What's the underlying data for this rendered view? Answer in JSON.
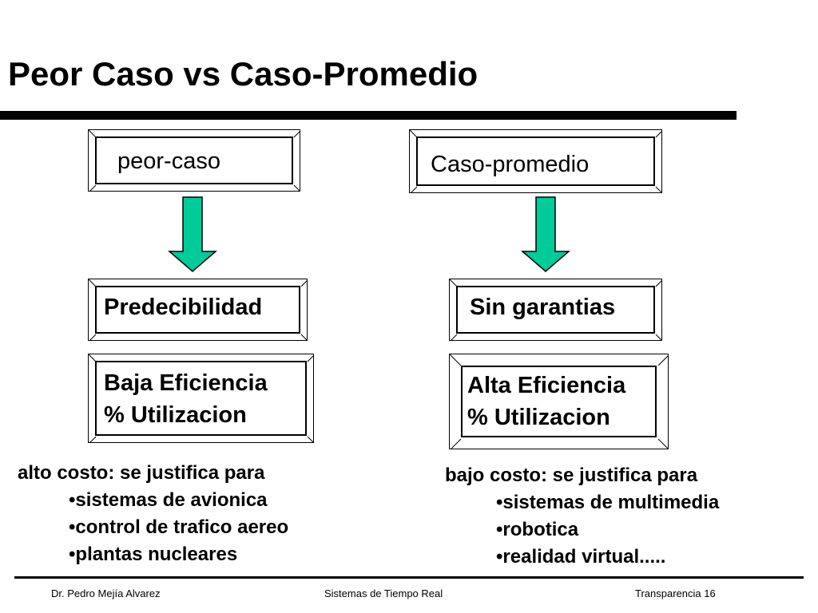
{
  "title": "Peor Caso vs Caso-Promedio",
  "colors": {
    "arrow_fill": "#00cc99",
    "frame": "#000000"
  },
  "left": {
    "header": "peor-caso",
    "result": "Predecibilidad",
    "detail": [
      "Baja Eficiencia",
      "% Utilizacion"
    ],
    "notes": {
      "lead": "alto costo: se justifica para",
      "items": [
        "•sistemas de avionica",
        "•control de trafico aereo",
        "•plantas nucleares"
      ]
    }
  },
  "right": {
    "header": "Caso-promedio",
    "result": "Sin garantias",
    "detail": [
      "Alta Eficiencia",
      "% Utilizacion"
    ],
    "notes": {
      "lead": "bajo costo: se justifica para",
      "items": [
        "•sistemas de multimedia",
        "•robotica",
        "•realidad virtual....."
      ]
    }
  },
  "footer": {
    "author": "Dr. Pedro Mejía Alvarez",
    "course": "Sistemas de Tiempo Real",
    "slide": "Transparencia 16"
  }
}
